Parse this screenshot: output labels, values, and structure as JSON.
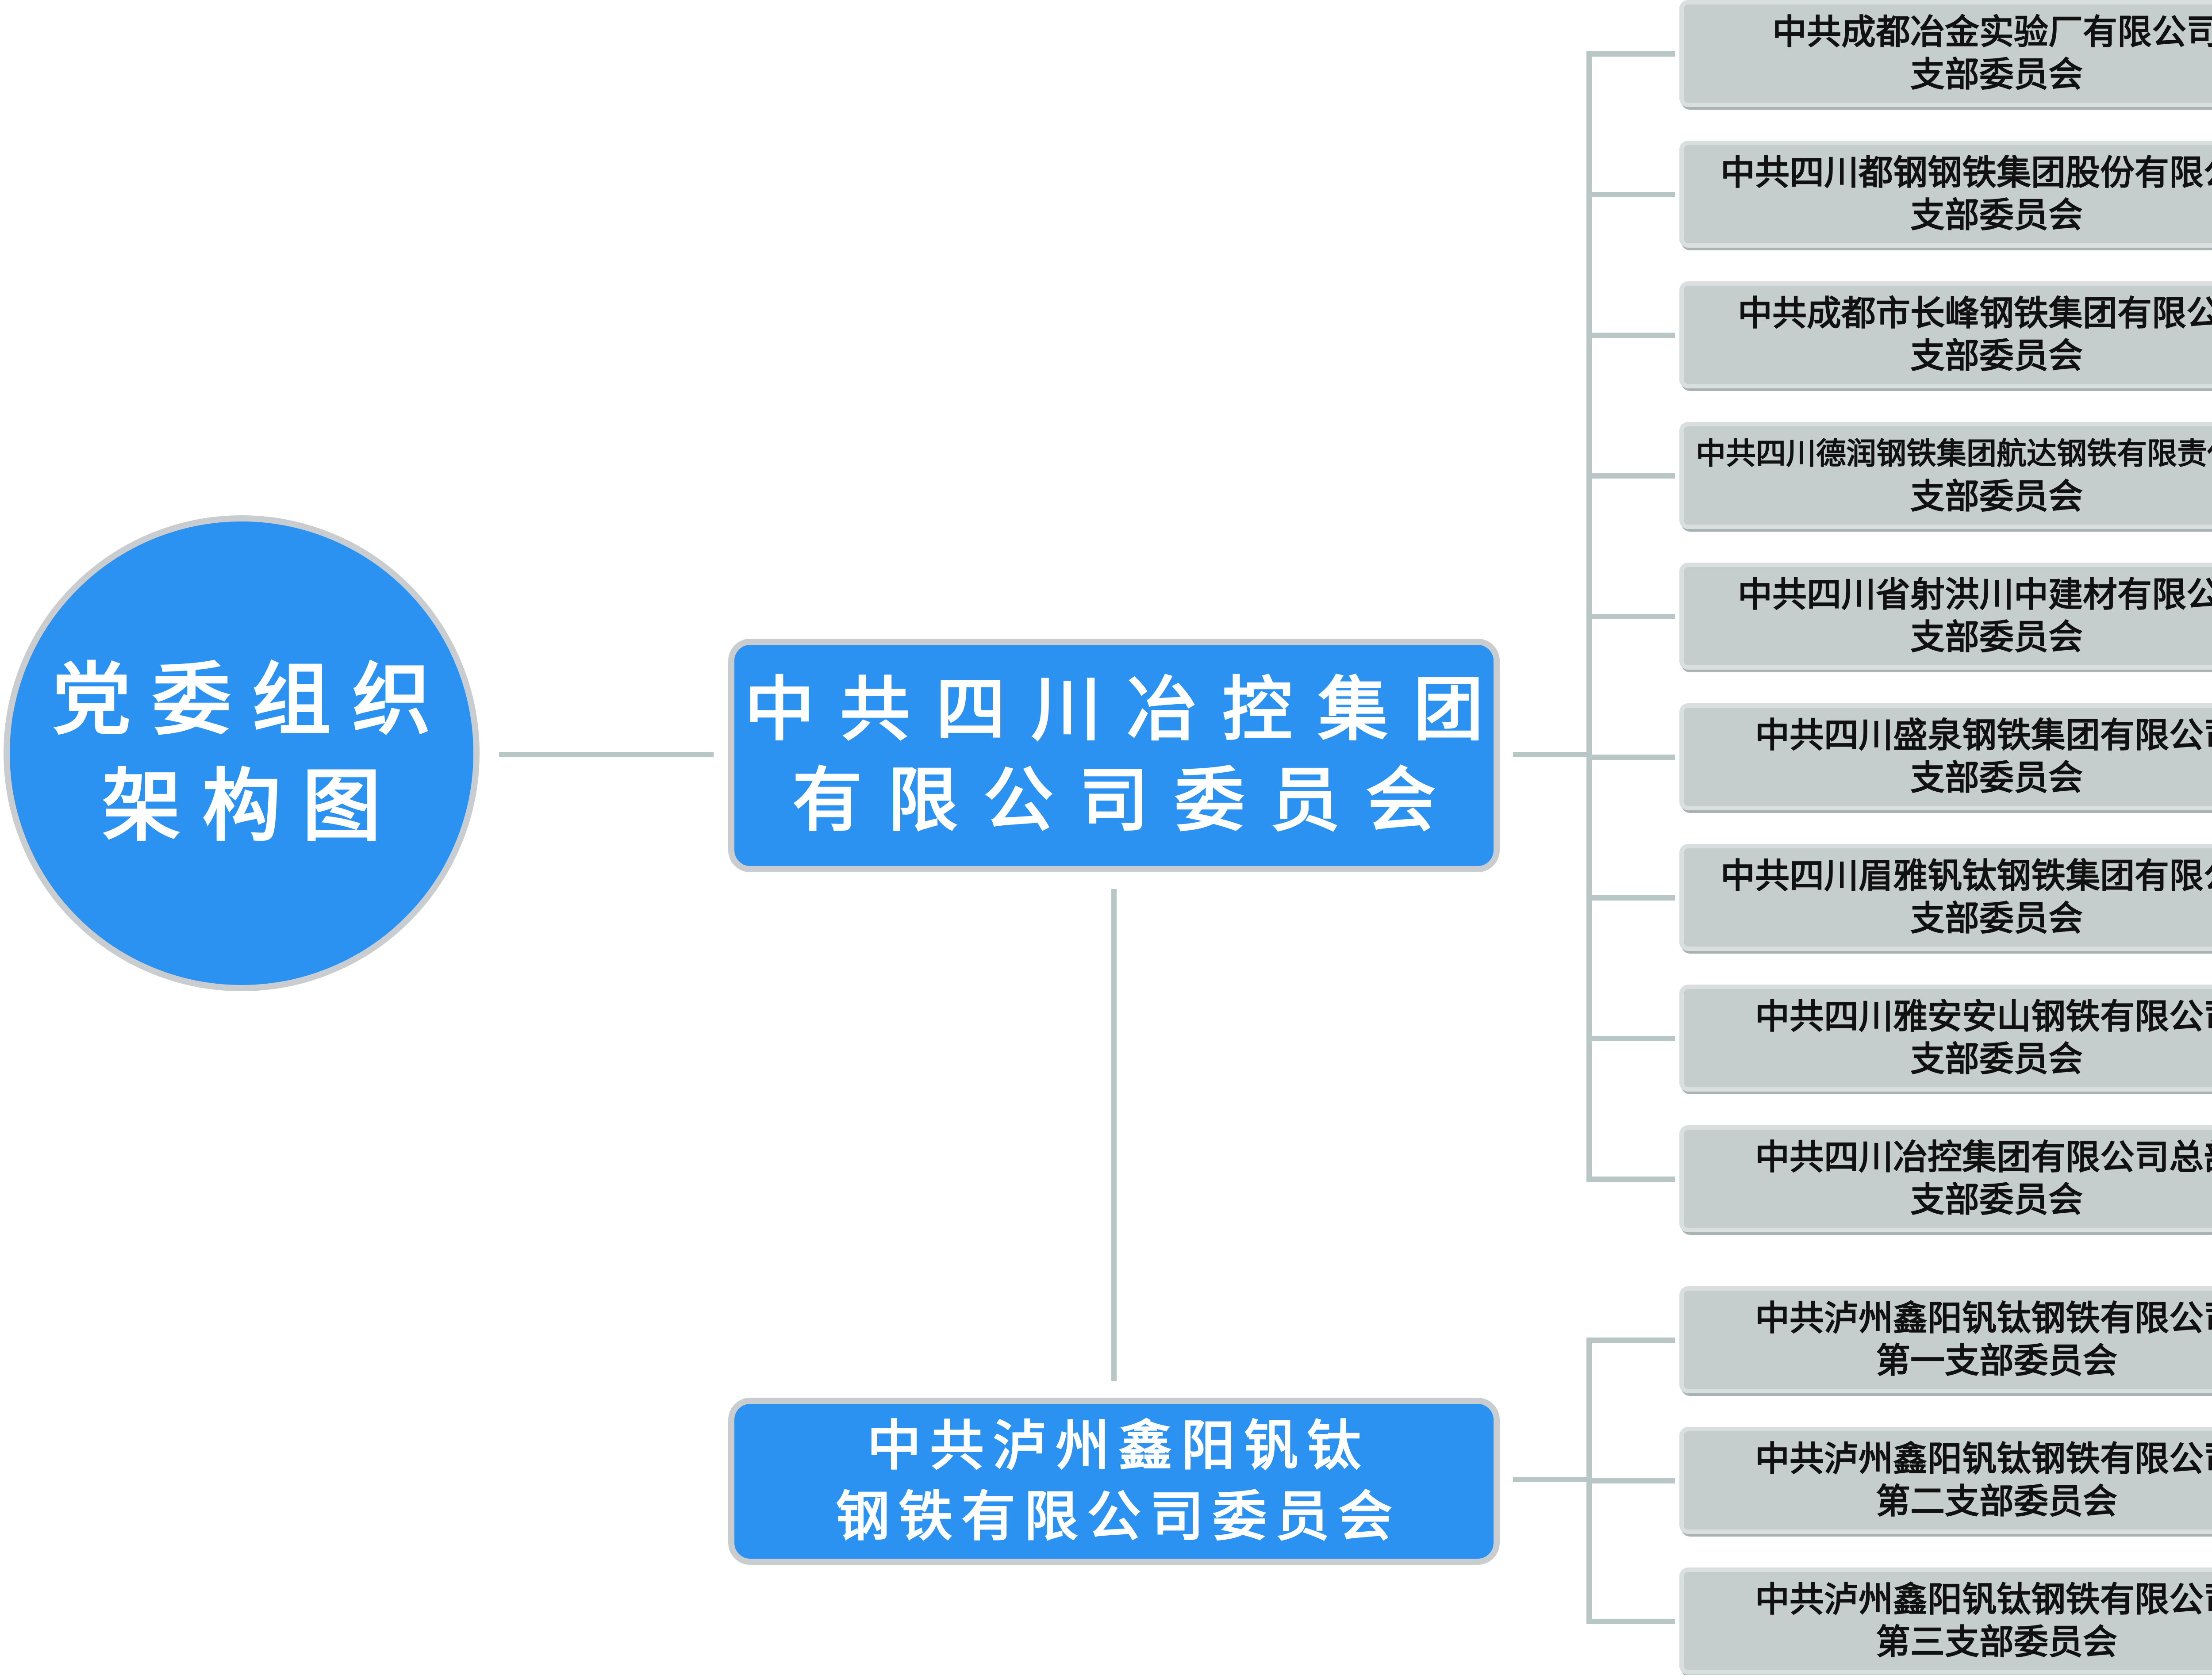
{
  "root": {
    "line1": "党委组织",
    "line2": "架构图"
  },
  "main1": {
    "line1": "中共四川冶控集团",
    "line2": "有限公司委员会"
  },
  "main2": {
    "line1": "中共泸州鑫阳钒钛",
    "line2": "钢铁有限公司委员会"
  },
  "branches1": [
    {
      "line1": "中共成都冶金实验厂有限公司",
      "line2": "支部委员会"
    },
    {
      "line1": "中共四川都钢钢铁集团股份有限公司",
      "line2": "支部委员会"
    },
    {
      "line1": "中共成都市长峰钢铁集团有限公司",
      "line2": "支部委员会"
    },
    {
      "line1": "中共四川德润钢铁集团航达钢铁有限责任公司",
      "line2": "支部委员会"
    },
    {
      "line1": "中共四川省射洪川中建材有限公司",
      "line2": "支部委员会"
    },
    {
      "line1": "中共四川盛泉钢铁集团有限公司",
      "line2": "支部委员会"
    },
    {
      "line1": "中共四川眉雅钒钛钢铁集团有限公司",
      "line2": "支部委员会"
    },
    {
      "line1": "中共四川雅安安山钢铁有限公司",
      "line2": "支部委员会"
    },
    {
      "line1": "中共四川冶控集团有限公司总部",
      "line2": "支部委员会"
    }
  ],
  "branches2": [
    {
      "line1": "中共泸州鑫阳钒钛钢铁有限公司",
      "line2": "第一支部委员会"
    },
    {
      "line1": "中共泸州鑫阳钒钛钢铁有限公司",
      "line2": "第二支部委员会"
    },
    {
      "line1": "中共泸州鑫阳钒钛钢铁有限公司",
      "line2": "第三支部委员会"
    }
  ],
  "colors": {
    "node_blue": "#2c92f1",
    "leaf_gray": "#c5cdcd",
    "connector": "#b9c6c6"
  }
}
